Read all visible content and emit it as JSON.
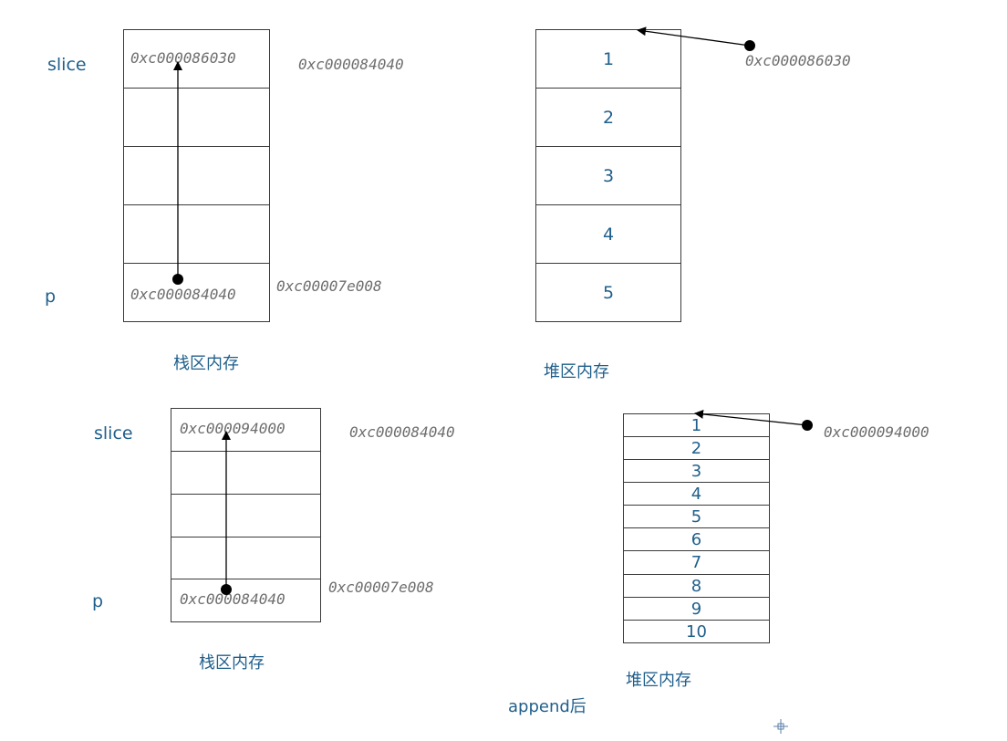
{
  "top": {
    "stack": {
      "slice_label": "slice",
      "p_label": "p",
      "slice_cell_value": "0xc000086030",
      "p_cell_value": "0xc000084040",
      "slice_address": "0xc000084040",
      "p_address": "0xc00007e008",
      "caption": "栈区内存"
    },
    "heap": {
      "cells": [
        "1",
        "2",
        "3",
        "4",
        "5"
      ],
      "pointer_address": "0xc000086030",
      "caption": "堆区内存"
    }
  },
  "bottom": {
    "stack": {
      "slice_label": "slice",
      "p_label": "p",
      "slice_cell_value": "0xc000094000",
      "p_cell_value": "0xc000084040",
      "slice_address": "0xc000084040",
      "p_address": "0xc00007e008",
      "caption": "栈区内存"
    },
    "heap": {
      "cells": [
        "1",
        "2",
        "3",
        "4",
        "5",
        "6",
        "7",
        "8",
        "9",
        "10"
      ],
      "pointer_address": "0xc000094000",
      "caption": "堆区内存"
    },
    "note": "append后"
  }
}
